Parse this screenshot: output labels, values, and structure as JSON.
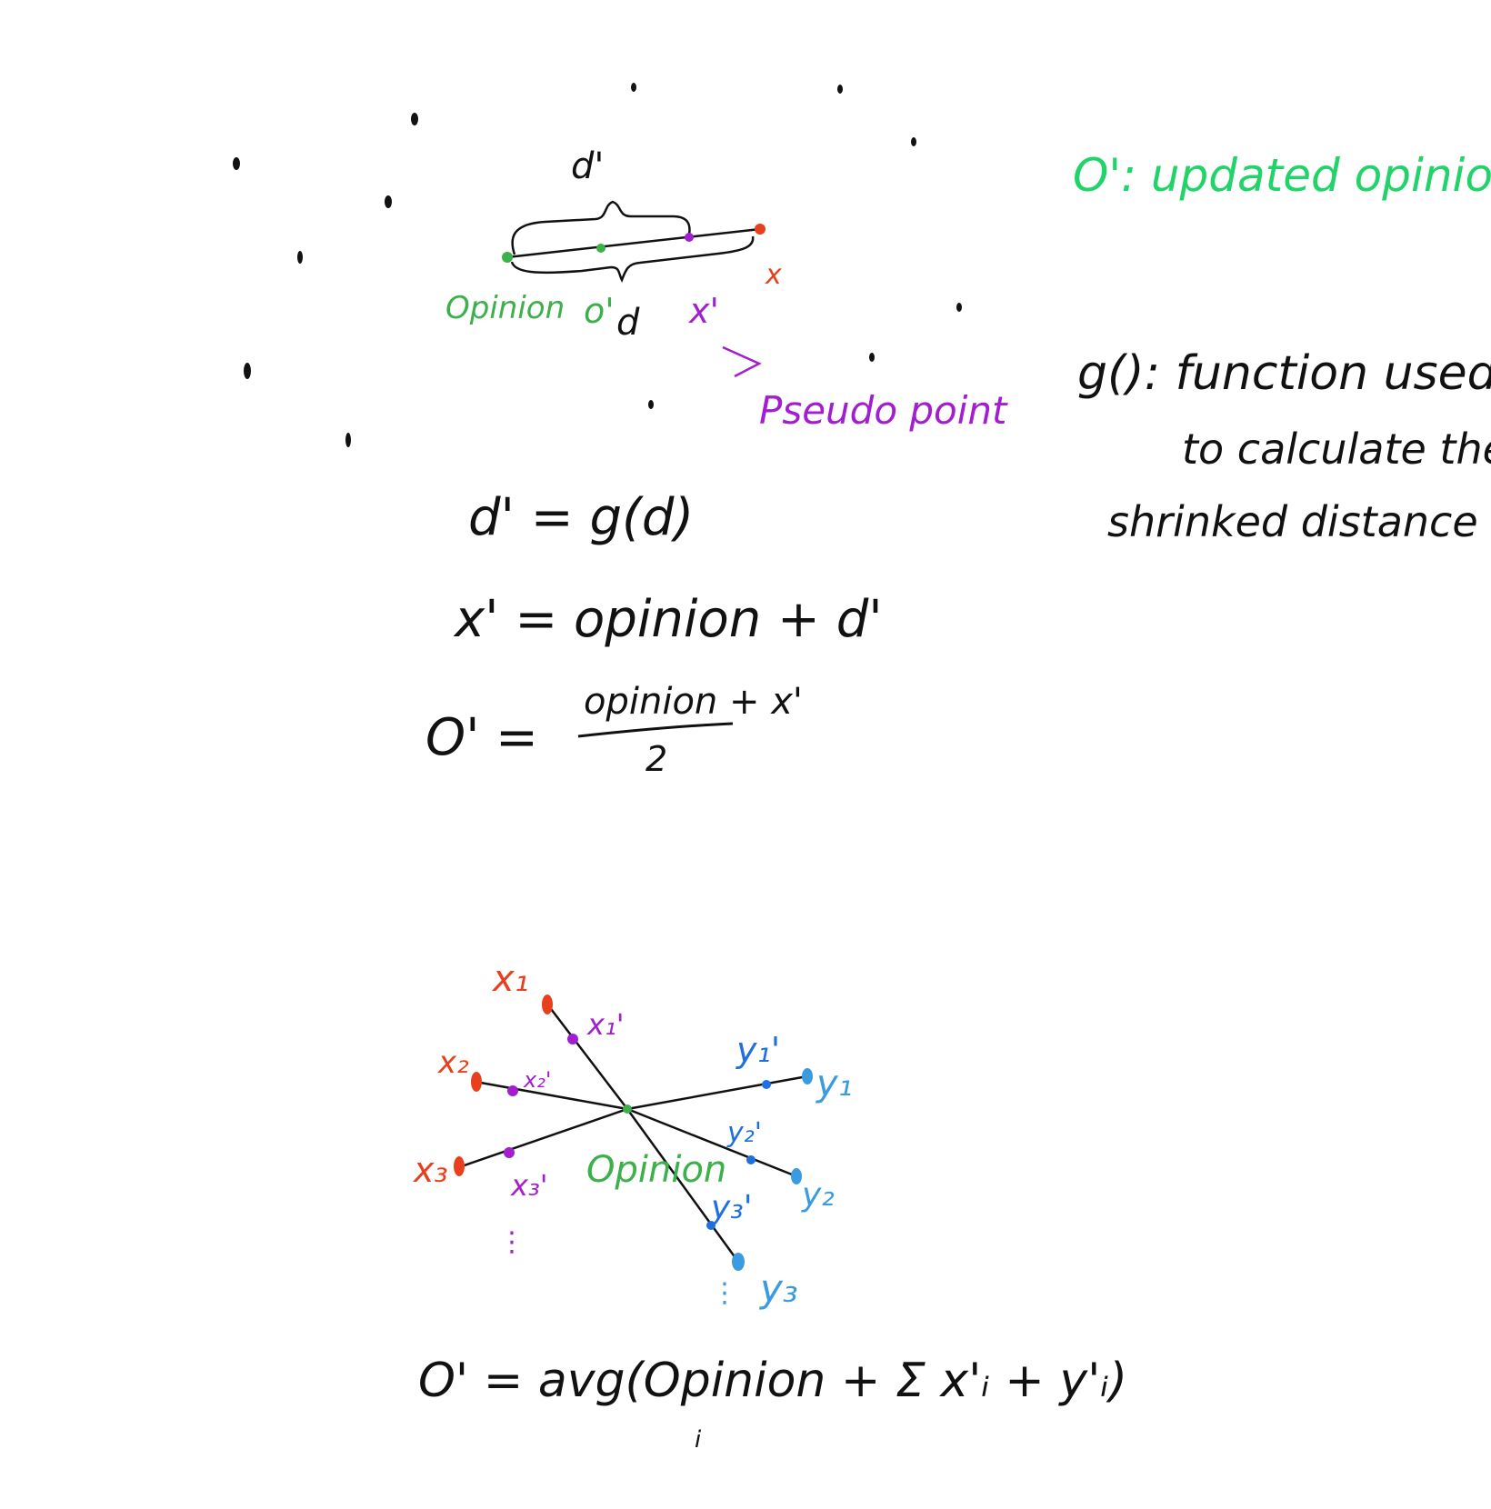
{
  "colors": {
    "ink": "#111111",
    "green": "#3cb04a",
    "bright_green": "#22d36a",
    "red": "#e8401c",
    "purple": "#a21fcf",
    "blue": "#1f6fe0",
    "light_blue": "#3a9be0"
  },
  "top_diagram": {
    "d_prime_label": "d'",
    "opinion_label": "Opinion",
    "o_prime_label": "o'",
    "d_label": "d",
    "x_prime_label": "x'",
    "x_label": "x",
    "pseudo_point_label": "Pseudo point"
  },
  "legend": {
    "o_prime_def": "O': updated opinion",
    "g_def_line1": "g(): function used",
    "g_def_line2": "to calculate the",
    "g_def_line3": "shrinked distance"
  },
  "formulas": {
    "f1": "d' = g(d)",
    "f2": "x' = opinion + d'",
    "f3_lhs": "O'",
    "f3_eq": "=",
    "f3_num": "opinion + x'",
    "f3_den": "2",
    "f4": "O' = avg(Opinion + Σ x'ᵢ + y'ᵢ)",
    "f4_index": "i"
  },
  "bottom_diagram": {
    "x1": "x₁",
    "x2": "x₂",
    "x3": "x₃",
    "x1p": "x₁'",
    "x2p": "x₂'",
    "x3p": "x₃'",
    "y1": "y₁",
    "y2": "y₂",
    "y3": "y₃",
    "y1p": "y₁'",
    "y2p": "y₂'",
    "y3p": "y₃'",
    "opinion_label": "Opinion",
    "ellipsis_left": "⋮",
    "ellipsis_right": "⋮"
  }
}
